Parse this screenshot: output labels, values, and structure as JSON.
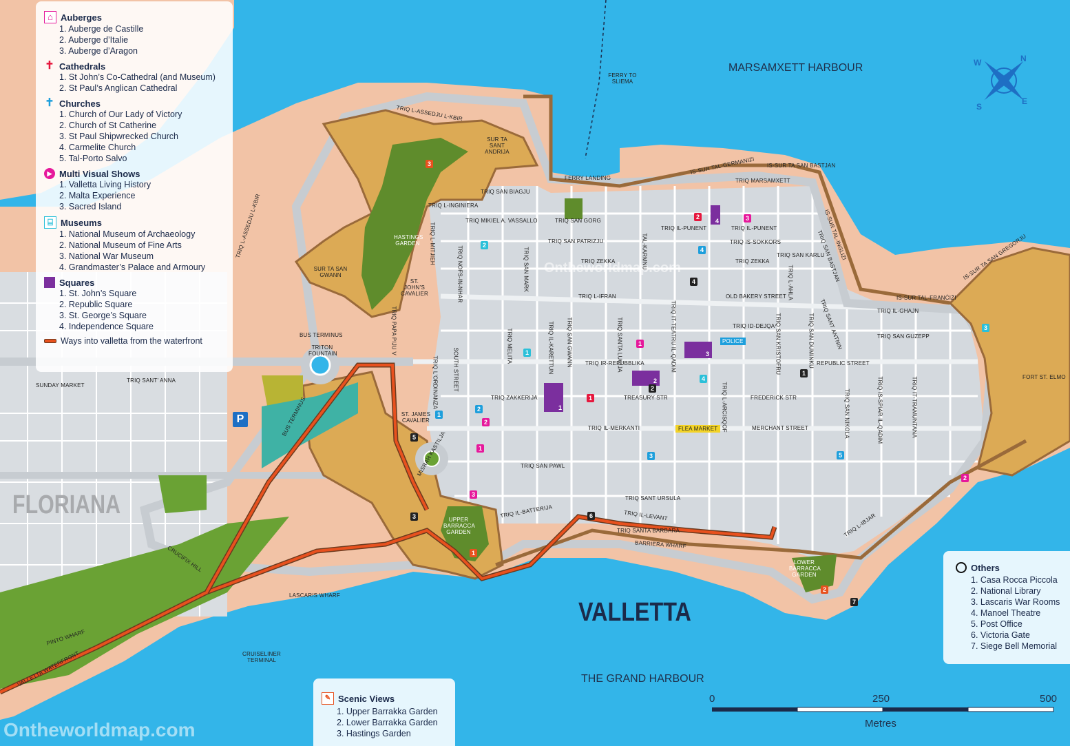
{
  "legend": {
    "sections": [
      {
        "icon": "auberge-icon",
        "color": "#e6189b",
        "title": "Auberges",
        "items": [
          "1. Auberge de Castille",
          "2. Auberge d’Italie",
          "3. Auberge d’Aragon"
        ]
      },
      {
        "icon": "cathedral-cross-icon",
        "color": "#e6173d",
        "title": "Cathedrals",
        "items": [
          "1. St John’s Co-Cathedral (and Museum)",
          "2. St Paul’s Anglican Cathedral"
        ]
      },
      {
        "icon": "church-cross-icon",
        "color": "#1e9fdc",
        "title": "Churches",
        "items": [
          "1. Church of Our Lady of Victory",
          "2. Church of St Catherine",
          "3. St Paul Shipwrecked Church",
          "4. Carmelite Church",
          "5. Tal-Porto Salvo"
        ]
      },
      {
        "icon": "play-icon",
        "color": "#e6189b",
        "title": "Multi Visual Shows",
        "items": [
          "1. Valletta Living History",
          "2. Malta Experience",
          "3. Sacred Island"
        ]
      },
      {
        "icon": "museum-icon",
        "color": "#2bc0d9",
        "title": "Museums",
        "items": [
          "1. National Museum of Archaeology",
          "2. National Museum of Fine Arts",
          "3. National War Museum",
          "4. Grandmaster’s Palace and Armoury"
        ]
      },
      {
        "icon": "square-icon",
        "color": "#7b2f9e",
        "title": "Squares",
        "items": [
          "1. St. John’s Square",
          "2. Republic Square",
          "3. St. George’s Square",
          "4. Independence Square"
        ]
      }
    ],
    "waterfront_label": "Ways into valletta from the waterfront"
  },
  "scenic": {
    "title": "Scenic Views",
    "items": [
      "1. Upper Barrakka Garden",
      "2. Lower Barrakka Garden",
      "3. Hastings Garden"
    ]
  },
  "others": {
    "title": "Others",
    "items": [
      "1. Casa Rocca Piccola",
      "2. National Library",
      "3. Lascaris War Rooms",
      "4. Manoel Theatre",
      "5. Post Office",
      "6. Victoria Gate",
      "7. Siege Bell Memorial"
    ]
  },
  "scale": {
    "ticks": [
      "0",
      "250",
      "500"
    ],
    "unit": "Metres"
  },
  "compass": {
    "letters": [
      "W",
      "N",
      "S",
      "E"
    ]
  },
  "places": {
    "valletta": "VALLETTA",
    "floriana": "FLORIANA",
    "marsamxett": "MARSAMXETT HARBOUR",
    "grand_harbour": "THE GRAND HARBOUR",
    "ferry_sliema": "FERRY TO SLIEMA",
    "ferry_landing": "FERRY LANDING",
    "cruiseliner": "CRUISELINER TERMINAL",
    "fort_st_elmo": "FORT ST. ELMO",
    "hastings_garden": "HASTINGS GARDEN",
    "sur_ta_san_gwann": "SUR TA SAN GWANN",
    "sur_ta_sant_andrija": "SUR TA SANT ANDRIJA",
    "st_johns_cavalier": "ST. JOHN’S CAVALIER",
    "st_james_cavalier": "ST. JAMES CAVALIER",
    "upper_barracca": "UPPER BARRACCA GARDEN",
    "lower_barracca": "LOWER BARRACCA GARDEN",
    "bus_terminus_1": "BUS TERMINUS",
    "bus_terminus_2": "BUS TERMINUS",
    "triton_fountain": "TRITON FOUNTAIN",
    "sunday_market": "SUNDAY MARKET",
    "flea_market": "FLEA MARKET",
    "police": "POLICE",
    "parking": "P",
    "watermark_top": "Ontheworldmap.com",
    "watermark_bottom": "Ontheworldmap.com"
  },
  "streets": {
    "triq_l_assedju_l_kbir": "TRIQ L-ASSEDJU L-KBIR",
    "triq_l_assedju_l_kbir_2": "TRIQ L-ASSEDJU L-KBIR",
    "triq_marsamxett": "TRIQ MARSAMXETT",
    "is_sur_tal_germanizi": "IS-SUR TAL-GERMANIZI",
    "is_sur_ta_san_bastjan": "IS-SUR TA SAN BASTJAN",
    "is_sur_tal_inglizi": "IS-SUR TAL-INGLIZI",
    "triq_san_bastjan": "TRIQ SAN BASTJAN",
    "is_sur_ta_san_gregorju": "IS-SUR TA SAN GREGORJU",
    "is_sur_tal_francizi": "IS-SUR TAL-FRANĊIŻI",
    "triq_biagju": "TRIQ SAN BIAGJU",
    "triq_l_inginiera": "TRIQ L-INGINIERA",
    "triq_mikiel_vassallo": "TRIQ MIKIEL A. VASSALLO",
    "triq_san_gorg": "TRIQ SAN GORG",
    "triq_san_patrizju": "TRIQ SAN PATRIZJU",
    "triq_zekka": "TRIQ ZEKKA",
    "triq_zekka_2": "TRIQ ZEKKA",
    "triq_il_punent": "TRIQ IL-PUNENT",
    "triq_il_punent_2": "TRIQ IL-PUNENT",
    "triq_is_sokkors": "TRIQ IS-SOKKORS",
    "triq_san_karlu": "TRIQ SAN KARLU",
    "triq_l_ifran": "TRIQ L-IFRAN",
    "old_bakery_street": "OLD BAKERY STREET",
    "triq_il_ghajn": "TRIQ IL-GHAJN",
    "triq_id_dejqa": "TRIQ ID-DEJQA",
    "triq_san_guzepp": "TRIQ SAN GUZEPP",
    "triq_ir_repubblika": "TRIQ IR-REPUBBLIKA",
    "republic_street": "REPUBLIC STREET",
    "triq_zakkerija": "TRIQ ZAKKERIJA",
    "treasury_str": "TREASURY STR",
    "frederick_str": "FREDERICK STR",
    "triq_il_merkanti": "TRIQ IL-MERKANTI",
    "merchant_street": "MERCHANT STREET",
    "triq_san_pawl": "TRIQ SAN PAWL",
    "triq_sant_ursula": "TRIQ SANT URSULA",
    "triq_il_batterija": "TRIQ IL-BATTERIJA",
    "triq_il_levant": "TRIQ IL-LEVANT",
    "triq_santa_barbara": "TRIQ SANTA BARBARA",
    "barriera_wharf": "BARRIERA WHARF",
    "triq_l_ibjar": "TRIQ L-IBJAR",
    "triq_papa_piju_v": "TRIQ PAPA PIJU V",
    "south_street": "SOUTH STREET",
    "triq_l_ordinanza": "TRIQ L'ORDINANZA",
    "misrah_kastilja": "MISRAH KASTILJA",
    "triq_sant_anna": "TRIQ SANT' ANNA",
    "crucifix_hill": "CRUCIFIX HILL",
    "lascaris_wharf": "LASCARIS WHARF",
    "pinto_wharf": "PINTO WHARF",
    "valletta_waterfront": "VALLETTA WATERFRONT",
    "triq_it_teatru_il_qadim": "TRIQ IT-TEATRU IL-QADIM",
    "triq_melita": "TRIQ MELITA",
    "triq_il_karettun": "TRIQ IL-KARETTUN",
    "triq_san_gwann": "TRIQ SAN GWANN",
    "triq_santa_lucija": "TRIQ SANTA LUCIJA",
    "triq_san_kristofru": "TRIQ SAN KRISTOFRU",
    "triq_san_duminku": "TRIQ SAN DUMINKU",
    "triq_sant_antnin": "TRIQ SANT ANTNIN",
    "triq_l_arcisqof": "TRIQ L-ARCISQOF",
    "triq_san_nikola": "TRIQ SAN NIKOLA",
    "triq_is_spiar": "TRIQ IS-SPIAR IL-QADIM",
    "triq_it_tramuntana": "TRIQ IT-TRAMUNTANA",
    "triq_san_marku": "TRIQ SAN MARK",
    "triq_nofs_in_nhar": "TRIQ NOFS-IN-NHAR",
    "triq_l_mitjieh": "TRIQ L-MITJIEH",
    "tal_karmnu": "TAL-KARMNU",
    "triq_l_ahla": "TRIQ L-AHLA"
  },
  "markers": {
    "m1": "1",
    "m2": "2",
    "m3": "3",
    "m4": "4",
    "m5": "5",
    "m6": "6",
    "m7": "7"
  },
  "colors": {
    "sea": "#33b5e9",
    "land": "#f2c3a6",
    "fortification": "#dcaa55",
    "fort_edge": "#9a6a3a",
    "streets": "#d4d9de",
    "garden": "#5f8c2c",
    "route": "#e8511e",
    "auberge": "#e6189b",
    "cathedral": "#e6173d",
    "church": "#1e9fdc",
    "museum": "#2bc0d9",
    "square": "#7b2f9e"
  }
}
